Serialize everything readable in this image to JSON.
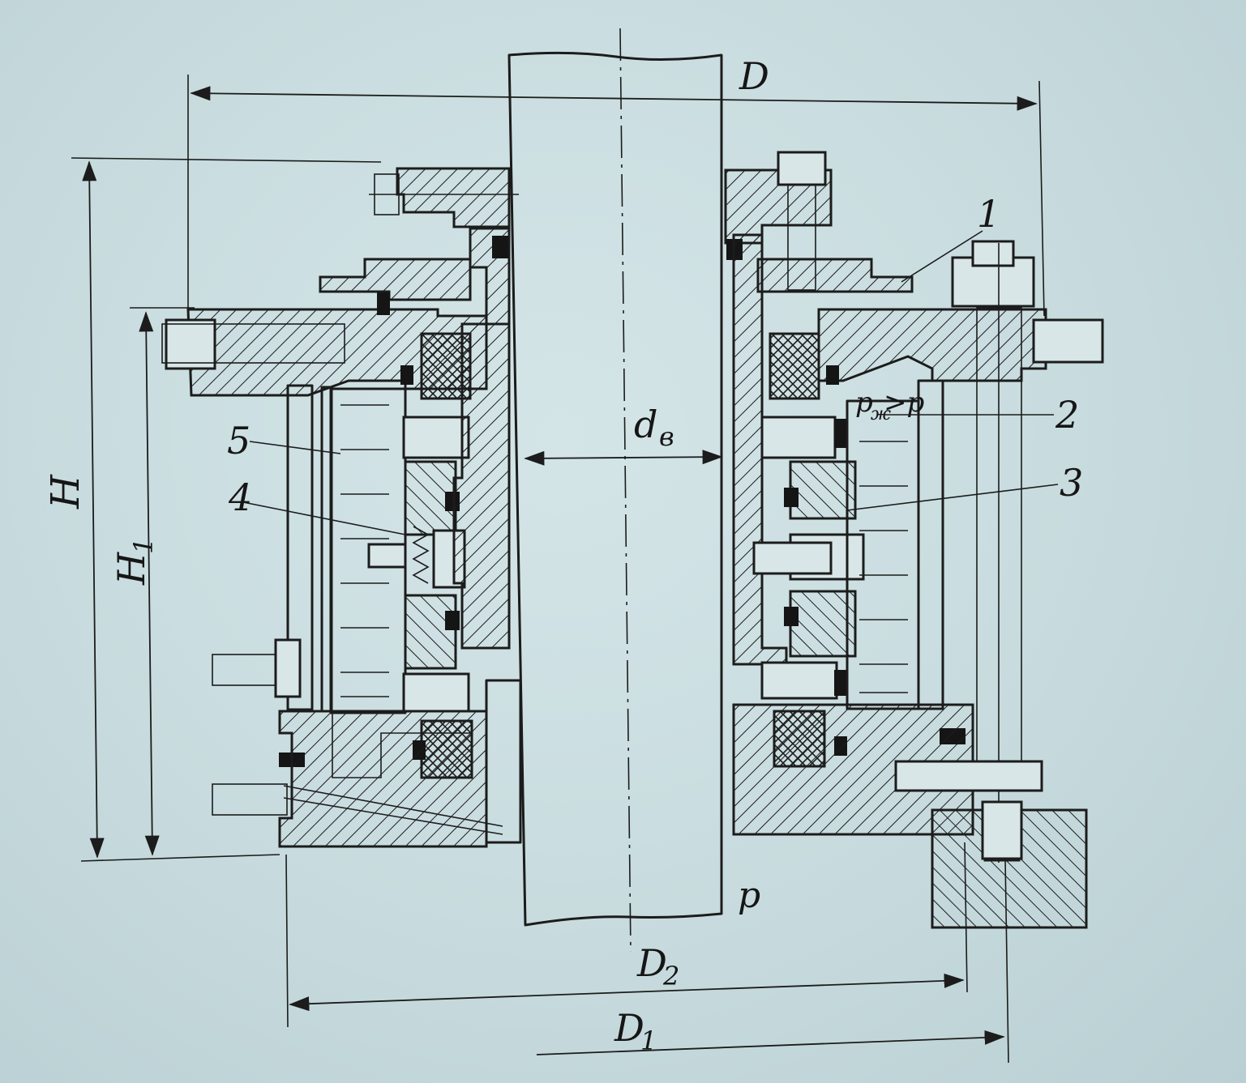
{
  "labels": {
    "D": "D",
    "H": "H",
    "H1_main": "H",
    "H1_sub": "1",
    "dv_main": "d",
    "dv_sub": "в",
    "D2_main": "D",
    "D2_sub": "2",
    "D1_main": "D",
    "D1_sub": "1",
    "p": "p",
    "pressure_main": "p",
    "pressure_rest": ">p",
    "pressure_sub": "ж",
    "part1": "1",
    "part2": "2",
    "part3": "3",
    "part4": "4",
    "part5": "5"
  },
  "colors": {
    "paper": "#c9dde0",
    "ink": "#1c1c1c"
  }
}
